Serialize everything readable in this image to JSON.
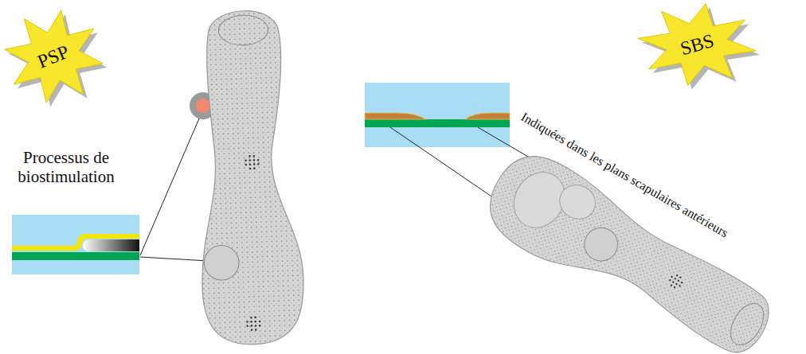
{
  "diagram": {
    "nodes": [
      {
        "text": [
          "PSP"
        ]
      },
      {
        "text": [
          "SBS"
        ]
      }
    ],
    "labels": [
      "Processus de biostimulation",
      "Indiquées dans les plans scapulaires antérieurs"
    ]
  }
}
